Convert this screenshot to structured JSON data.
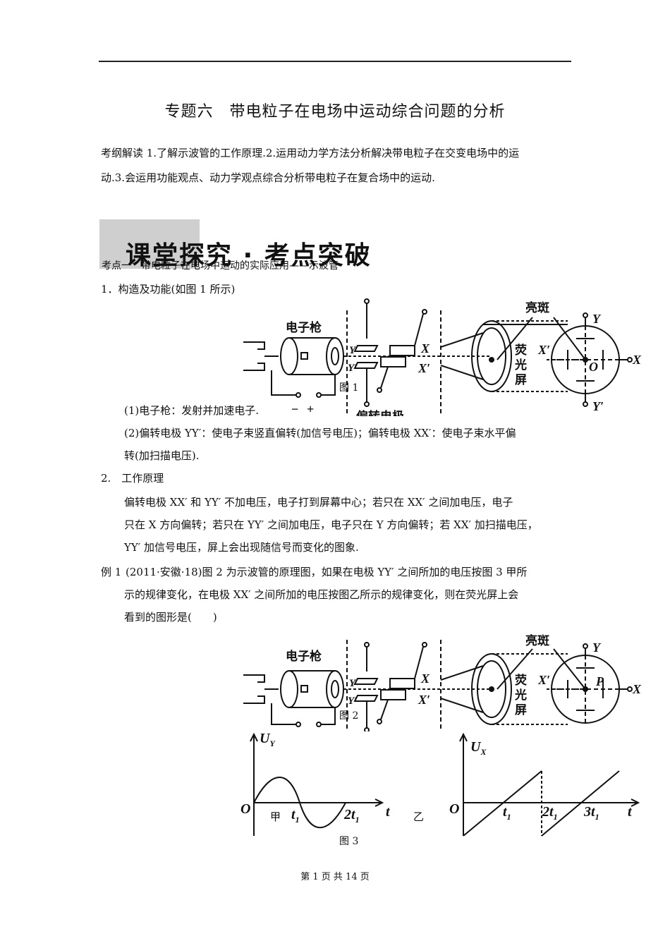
{
  "header_rule": true,
  "title": "专题六　带电粒子在电场中运动综合问题的分析",
  "syllabus": {
    "line1": "考纲解读  1.了解示波管的工作原理.2.运用动力学方法分析解决带电粒子在交变电场中的运",
    "line2": "动.3.会运用功能观点、动力学观点综合分析带电粒子在复合场中的运动."
  },
  "banner": "课堂探究 · 考点突破",
  "kaodian": "考点一　带电粒子在电场中运动的实际应用——示波管",
  "sec1": {
    "heading": "1．构造及功能(如图 1 所示)",
    "item1": "(1)电子枪：发射并加速电子.",
    "item2a": "(2)偏转电极 YY′：使电子束竖直偏转(加信号电压)；偏转电极 XX′：使电子束水平偏",
    "item2b": "转(加扫描电压)."
  },
  "sec2": {
    "heading": "2.　工作原理",
    "l1": "偏转电极 XX′ 和 YY′ 不加电压，电子打到屏幕中心；若只在 XX′ 之间加电压，电子",
    "l2": "只在 X 方向偏转；若只在 YY′ 之间加电压，电子只在 Y 方向偏转；若 XX′ 加扫描电压，",
    "l3": "YY′ 加信号电压，屏上会出现随信号而变化的图象."
  },
  "example": {
    "label": "例 1",
    "l1": "(2011·安徽·18)图 2 为示波管的原理图，如果在电极 YY′ 之间所加的电压按图 3 甲所",
    "l2": "示的规律变化，在电极 XX′ 之间所加的电压按图乙所示的规律变化，则在荧光屏上会",
    "l3": "看到的图形是(　　)"
  },
  "fig1": {
    "caption": "图 1",
    "gun": "电子枪",
    "deflect": "偏转电极",
    "spot": "亮斑",
    "screen1": "荧",
    "screen2": "光",
    "screen3": "屏",
    "Y": "Y",
    "Yp": "Y′",
    "X": "X",
    "Xp": "X′",
    "O": "O",
    "minus": "−",
    "plus": "+"
  },
  "fig2": {
    "caption": "图 2",
    "gun": "电子枪",
    "spot": "亮斑",
    "screen1": "荧",
    "screen2": "光",
    "screen3": "屏",
    "Y": "Y",
    "Yp": "Y′",
    "X": "X",
    "Xp": "X′",
    "P": "P"
  },
  "fig3": {
    "caption": "图 3",
    "left": {
      "ylabel": "U",
      "ysub": "Y",
      "origin": "O",
      "t1": "t",
      "t1sub": "1",
      "t2": "2t",
      "t2sub": "1",
      "xlabel": "t",
      "tag": "甲"
    },
    "right": {
      "ylabel": "U",
      "ysub": "X",
      "origin": "O",
      "t1": "t",
      "t1sub": "1",
      "t2": "2t",
      "t2sub": "1",
      "t3": "3t",
      "t3sub": "1",
      "xlabel": "t",
      "tag": "乙"
    }
  },
  "footer": "第  1  页  共  14  页"
}
